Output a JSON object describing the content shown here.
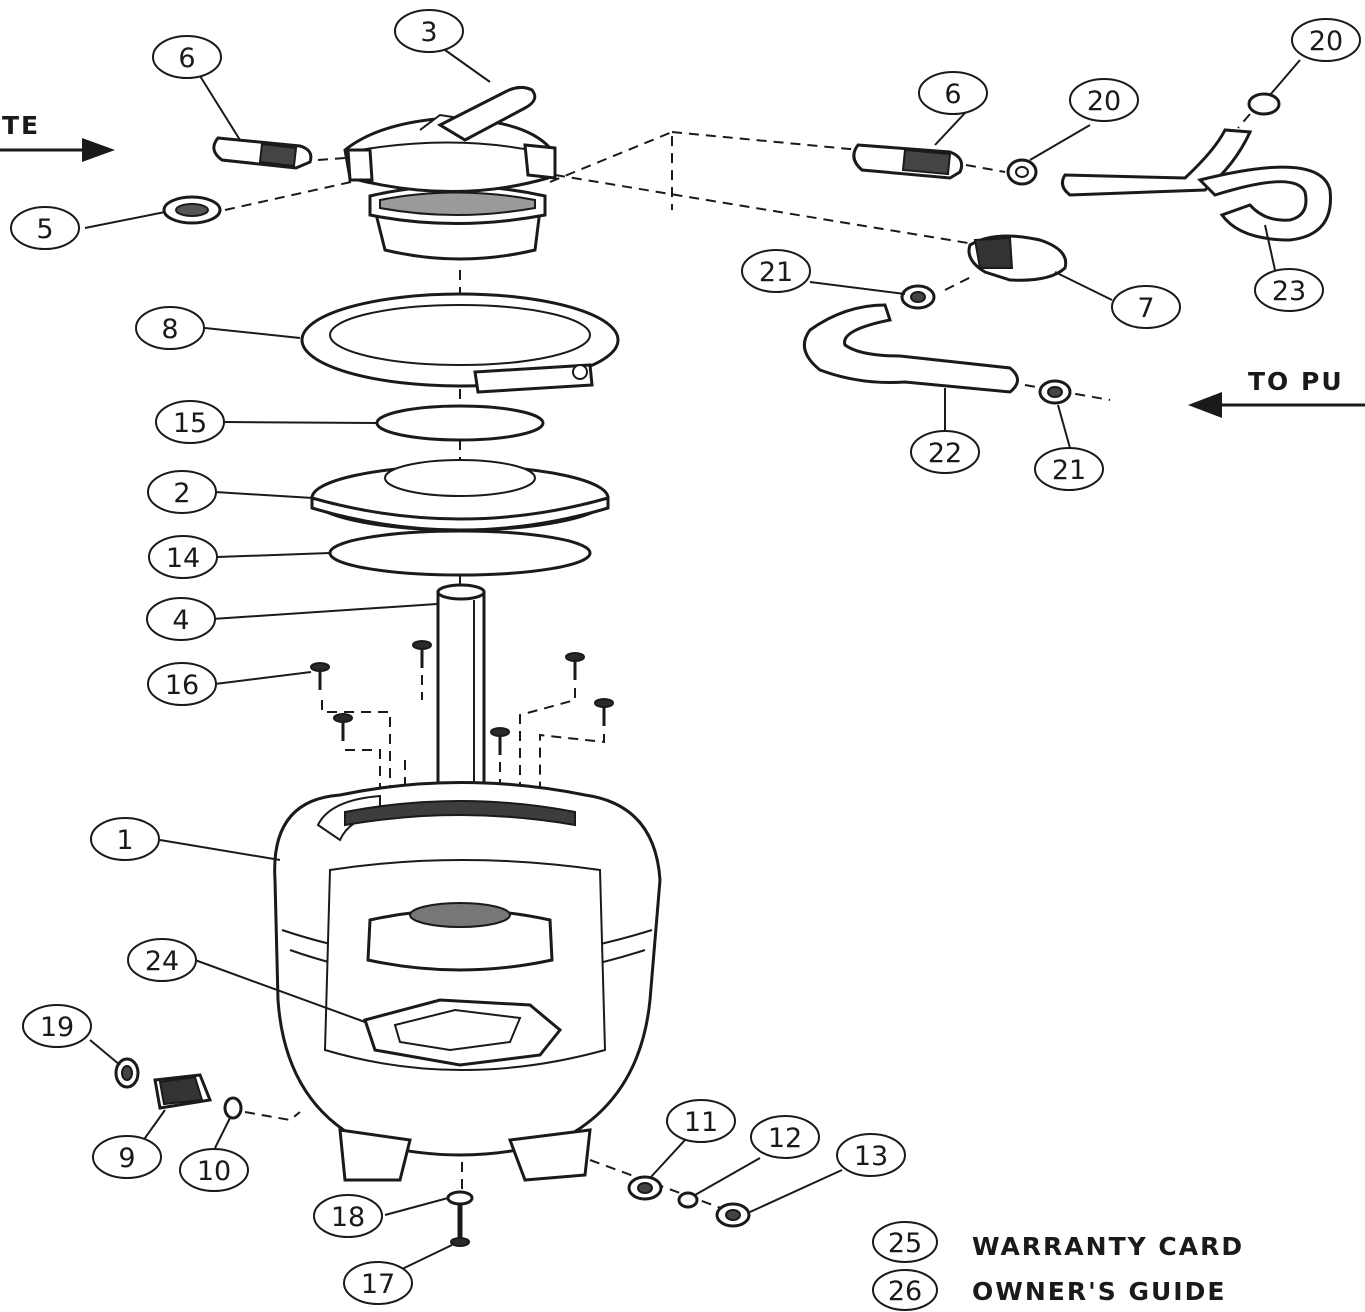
{
  "callouts": [
    {
      "id": "c1",
      "label": "1"
    },
    {
      "id": "c2",
      "label": "2"
    },
    {
      "id": "c3",
      "label": "3"
    },
    {
      "id": "c4",
      "label": "4"
    },
    {
      "id": "c5",
      "label": "5"
    },
    {
      "id": "c6a",
      "label": "6"
    },
    {
      "id": "c6b",
      "label": "6"
    },
    {
      "id": "c7",
      "label": "7"
    },
    {
      "id": "c8",
      "label": "8"
    },
    {
      "id": "c9",
      "label": "9"
    },
    {
      "id": "c10",
      "label": "10"
    },
    {
      "id": "c11",
      "label": "11"
    },
    {
      "id": "c12",
      "label": "12"
    },
    {
      "id": "c13",
      "label": "13"
    },
    {
      "id": "c14",
      "label": "14"
    },
    {
      "id": "c15",
      "label": "15"
    },
    {
      "id": "c16",
      "label": "16"
    },
    {
      "id": "c17",
      "label": "17"
    },
    {
      "id": "c18",
      "label": "18"
    },
    {
      "id": "c19",
      "label": "19"
    },
    {
      "id": "c20a",
      "label": "20"
    },
    {
      "id": "c20b",
      "label": "20"
    },
    {
      "id": "c21a",
      "label": "21"
    },
    {
      "id": "c21b",
      "label": "21"
    },
    {
      "id": "c22",
      "label": "22"
    },
    {
      "id": "c23",
      "label": "23"
    },
    {
      "id": "c24",
      "label": "24"
    }
  ],
  "side_labels": {
    "left": "TE",
    "right": "TO PU"
  },
  "notes": [
    {
      "number": "25",
      "text": "WARRANTY CARD"
    },
    {
      "number": "26",
      "text": "OWNER'S GUIDE"
    }
  ]
}
